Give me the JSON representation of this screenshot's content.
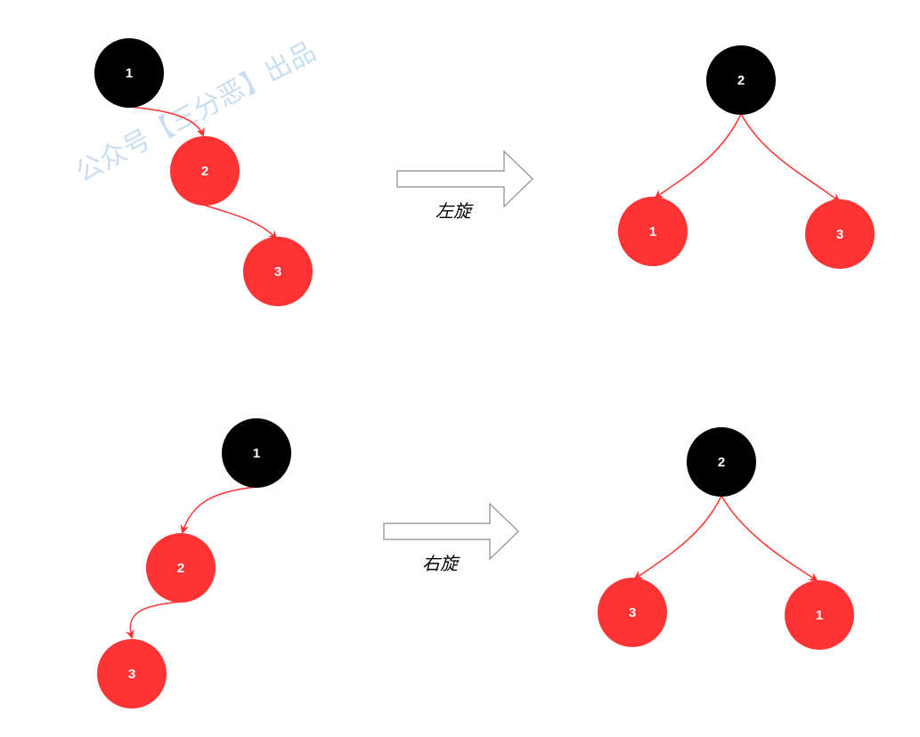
{
  "watermark": "公众号【三分恶】出品",
  "colors": {
    "black_node": "#000000",
    "red_node": "#ff3333",
    "edge": "#ff3333",
    "arrow_stroke": "#8a8a8a"
  },
  "rotations": [
    {
      "caption": "左旋",
      "before": {
        "n1": "1",
        "n2": "2",
        "n3": "3"
      },
      "after": {
        "root": "2",
        "left": "1",
        "right": "3"
      }
    },
    {
      "caption": "右旋",
      "before": {
        "n1": "1",
        "n2": "2",
        "n3": "3"
      },
      "after": {
        "root": "2",
        "left": "3",
        "right": "1"
      }
    }
  ]
}
